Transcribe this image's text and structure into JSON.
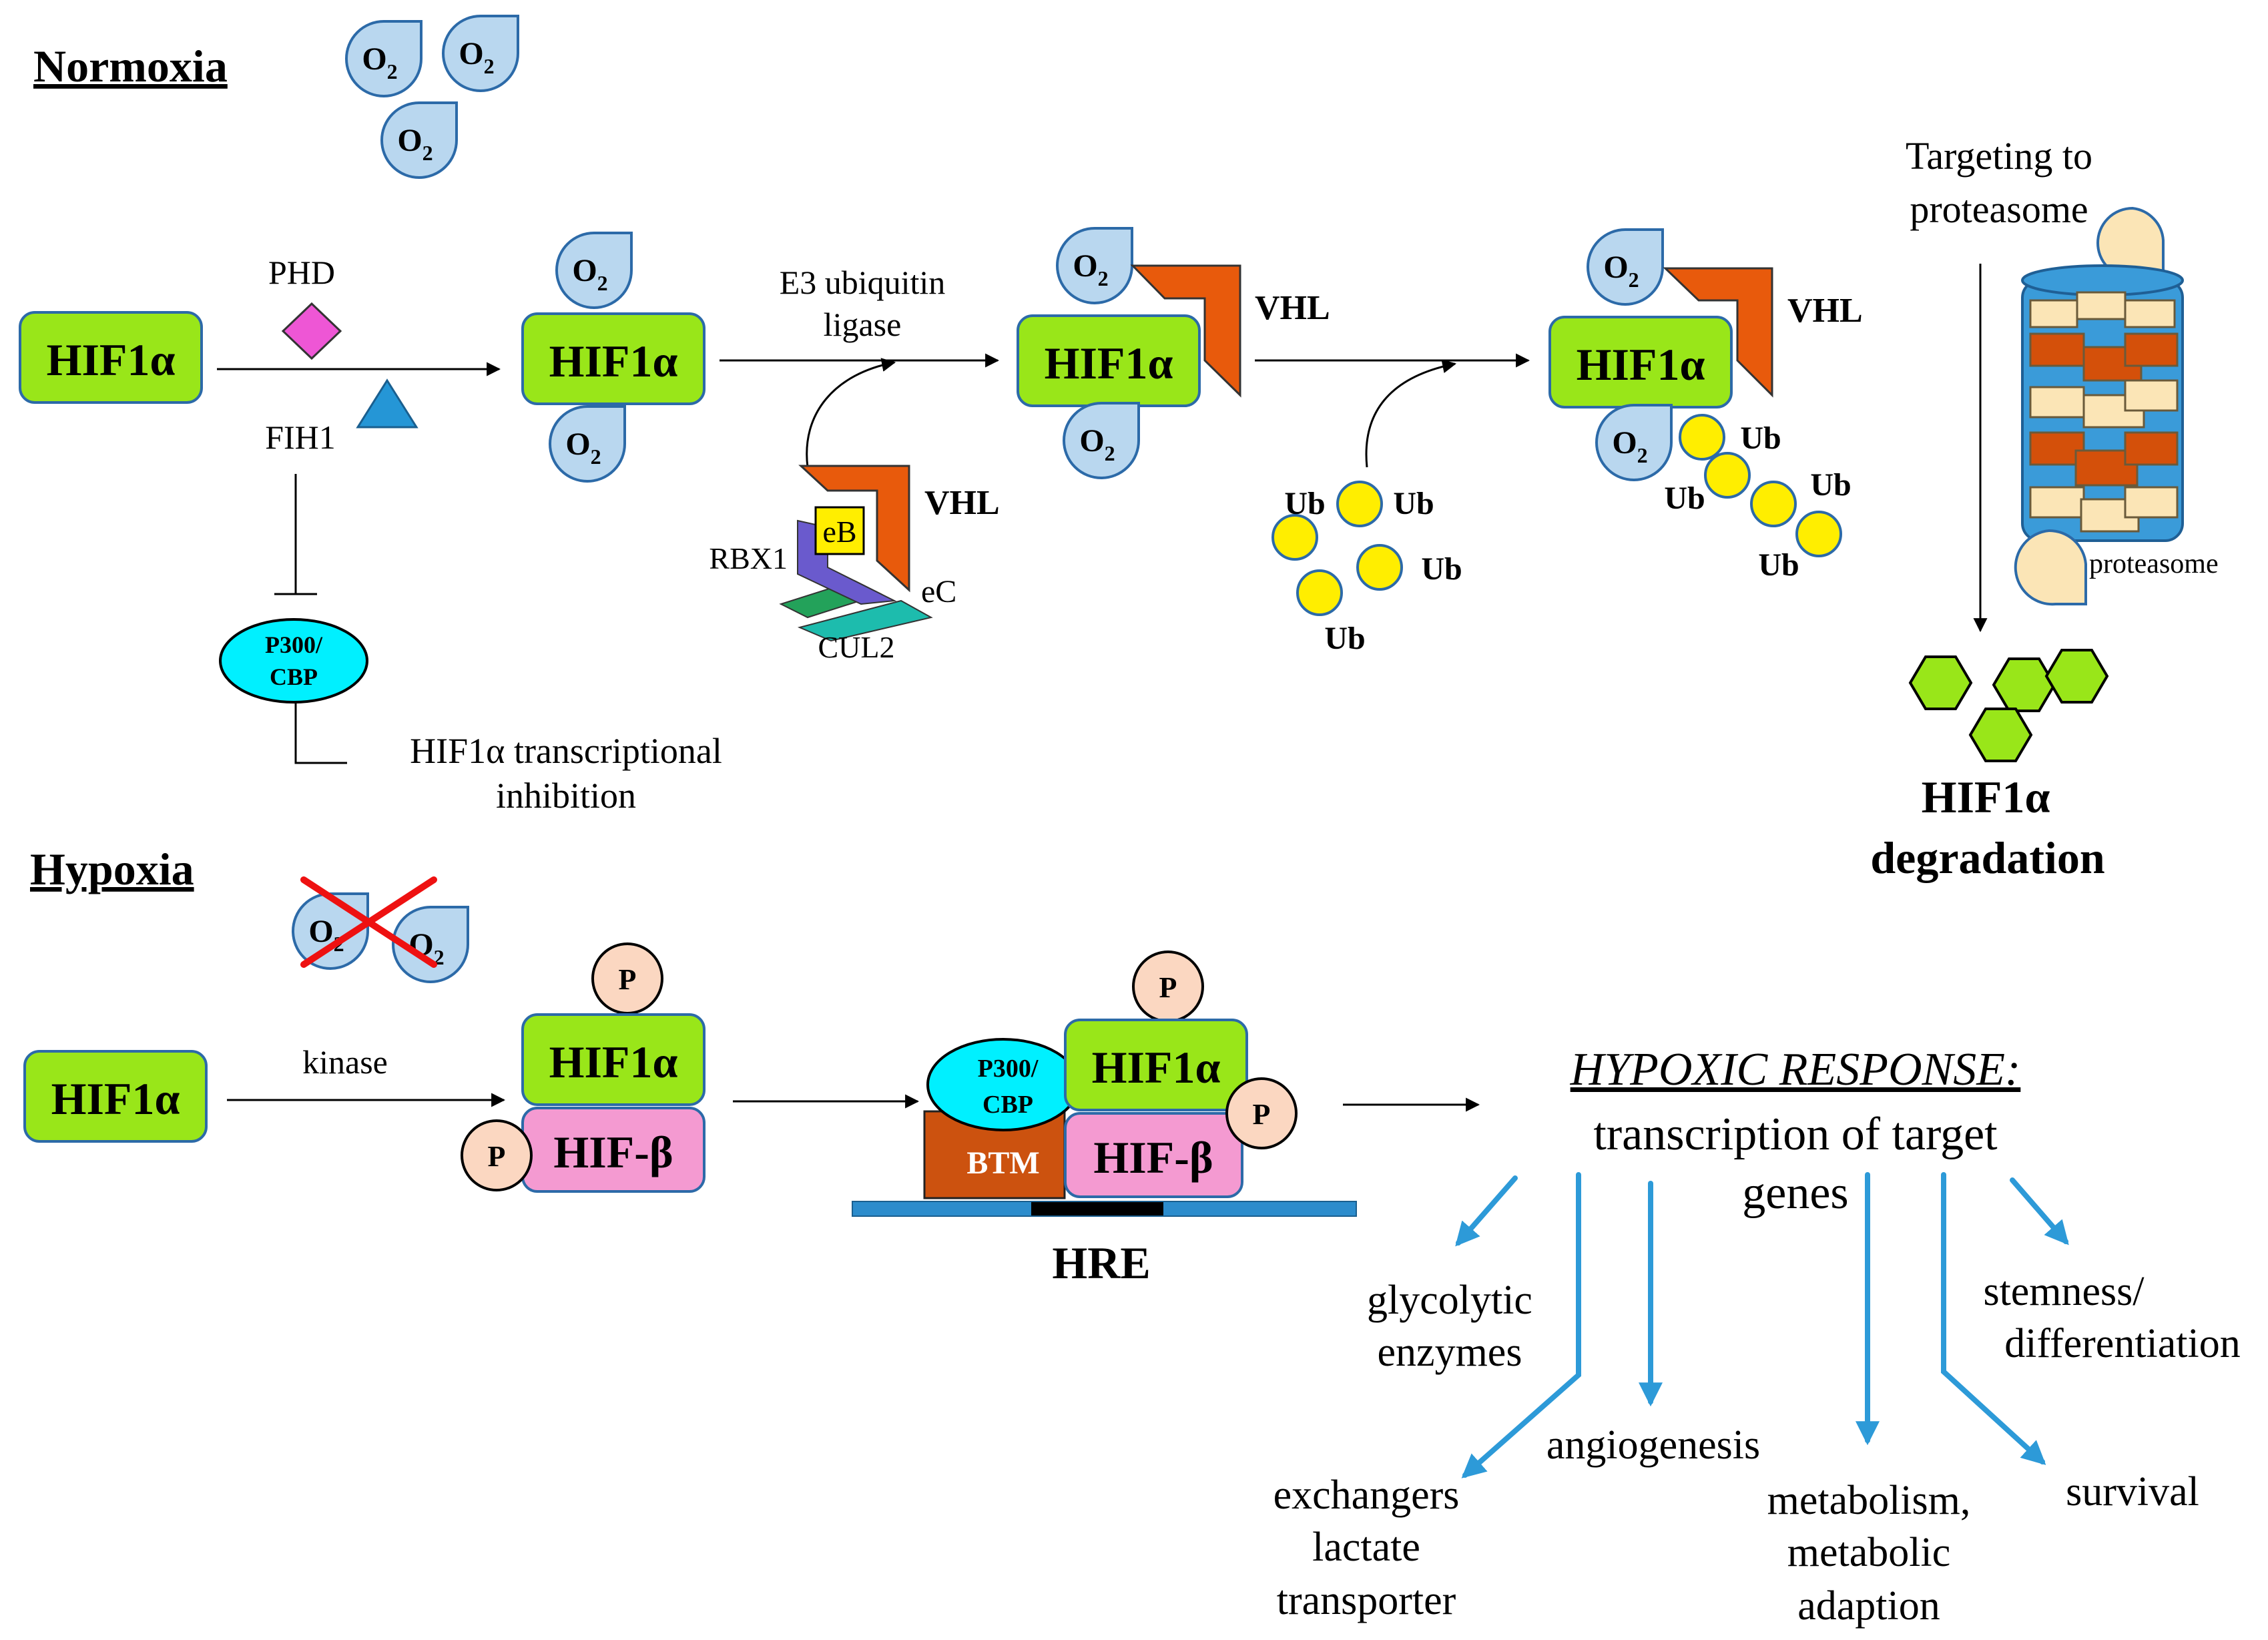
{
  "sections": {
    "normoxia": "Normoxia",
    "hypoxia": "Hypoxia"
  },
  "molecules": {
    "hif1a": "HIF1α",
    "hifb": "HIF-β",
    "vhl": "VHL",
    "o2": "O",
    "o2_sub": "2",
    "ub": "Ub",
    "p": "P",
    "eb": "eB",
    "ec": "eC",
    "rbx1": "RBX1",
    "cul2": "CUL2",
    "p300_l1": "P300/",
    "p300_l2": "CBP",
    "btm": "BTM",
    "hre": "HRE"
  },
  "labels": {
    "phd": "PHD",
    "fih1": "FIH1",
    "e3_l1": "E3 ubiquitin",
    "e3_l2": "ligase",
    "inhib_l1": "HIF1α transcriptional",
    "inhib_l2": "inhibition",
    "target_l1": "Targeting to",
    "target_l2": "proteasome",
    "proteasome": "proteasome",
    "degr_l1": "HIF1α",
    "degr_l2": "degradation",
    "kinase": "kinase"
  },
  "response": {
    "title": "HYPOXIC RESPONSE:",
    "sub_l1": "transcription of target",
    "sub_l2": "genes",
    "outcomes": {
      "glycolytic_l1": "glycolytic",
      "glycolytic_l2": "enzymes",
      "angiogenesis": "angiogenesis",
      "exch_l1": "exchangers",
      "exch_l2": "lactate",
      "exch_l3": "transporter",
      "metab_l1": "metabolism,",
      "metab_l2": "metabolic",
      "metab_l3": "adaption",
      "stem_l1": "stemness/",
      "stem_l2": "differentiation",
      "survival": "survival"
    }
  },
  "colors": {
    "hif1a": "#99e619",
    "hifb": "#f49ad1",
    "o2": "#b9d7ef",
    "vhl": "#e85a0c",
    "ub": "#ffee00",
    "phosphate": "#fbd7c1",
    "p300": "#00f0ff",
    "btm": "#cc520f",
    "proteasome_light": "#fbe5b6",
    "proteasome_dark": "#d4500a",
    "proteasome_blue": "#3a9bd9",
    "arrow_blue": "#2d9ad8",
    "phd": "#ee56d5",
    "fih1": "#2596d6",
    "dna": "#2c8ccc"
  },
  "icons": [
    "o2-drop",
    "ub-bead",
    "phosphate-circle",
    "vhl-chevron",
    "proteasome-barrel",
    "hexagon-fragment"
  ]
}
